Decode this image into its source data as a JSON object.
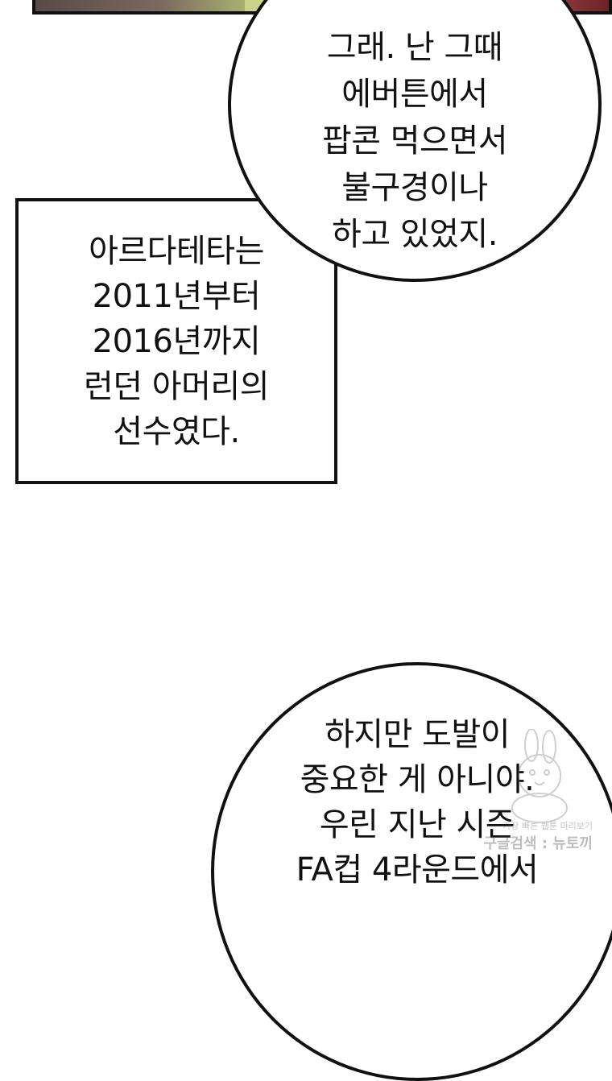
{
  "bubble_top": {
    "lines": [
      "그래. 난 그때",
      "에버튼에서",
      "팝콘 먹으면서",
      "불구경이나",
      "하고 있었지."
    ]
  },
  "caption": {
    "lines": [
      "아르다테타는",
      "2011년부터",
      "2016년까지",
      "런던 아머리의",
      "선수였다."
    ]
  },
  "bubble_bottom": {
    "lines": [
      "하지만 도발이",
      "중요한 게 아니야.",
      "우린 지난 시즌",
      "FA컵 4라운드에서"
    ]
  },
  "watermark": {
    "line1": "가장 빠른 웹툰 미리보기",
    "line2": "구글검색 : 뉴토끼",
    "icon": "rabbit-mascot-icon"
  }
}
